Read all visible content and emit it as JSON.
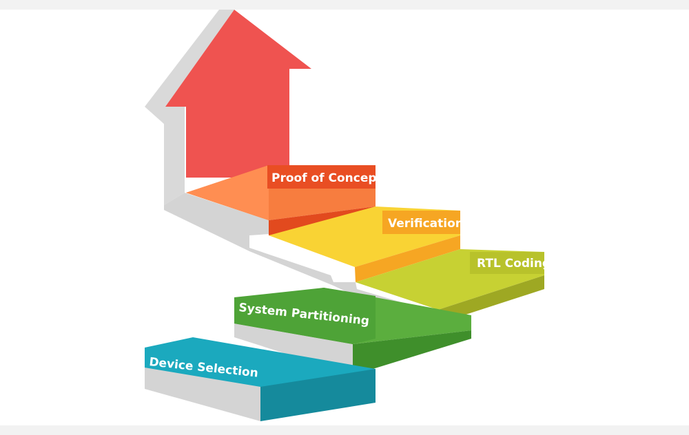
{
  "steps": [
    {
      "id": "device-selection",
      "label": "Device Selection",
      "color": "#1BA9BE"
    },
    {
      "id": "system-partitioning",
      "label": "System Partitioning",
      "color": "#5BAE3E"
    },
    {
      "id": "rtl-coding",
      "label": "RTL Coding",
      "color": "#C2CC2F"
    },
    {
      "id": "verification",
      "label": "Verification",
      "color": "#F9C531"
    },
    {
      "id": "proof-of-concept",
      "label": "Proof of Concept",
      "color": "#F06A3A"
    }
  ],
  "arrow": {
    "color": "#EF5350"
  },
  "colors": {
    "background": "#ffffff",
    "stair_shadow": "#d6d6d6"
  }
}
